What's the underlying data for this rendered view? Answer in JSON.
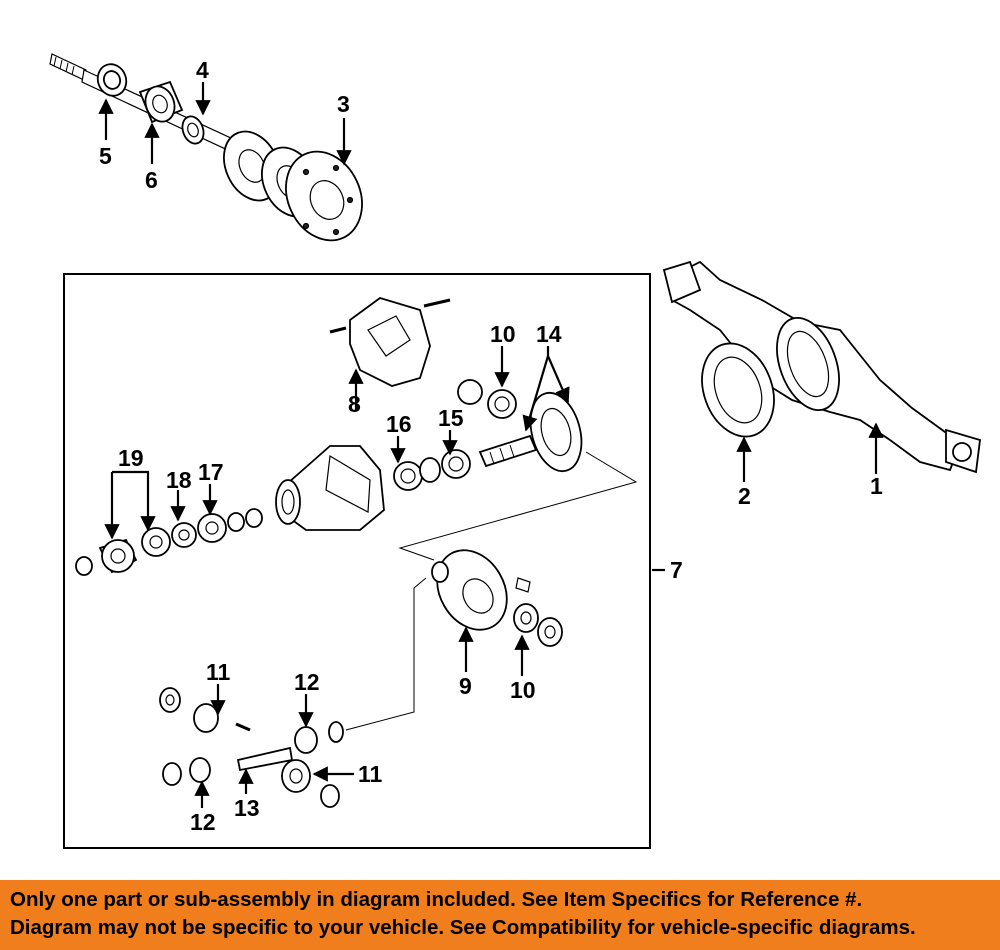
{
  "callouts": {
    "c1": "1",
    "c2": "2",
    "c3": "3",
    "c4": "4",
    "c5": "5",
    "c6": "6",
    "c7": "7",
    "c8": "8",
    "c9": "9",
    "c10a": "10",
    "c10b": "10",
    "c11a": "11",
    "c11b": "11",
    "c12a": "12",
    "c12b": "12",
    "c13": "13",
    "c14": "14",
    "c15": "15",
    "c16": "16",
    "c17": "17",
    "c18": "18",
    "c19": "19"
  },
  "disclaimer": {
    "line1": "Only one part or sub-assembly in diagram included. See Item Specifics for Reference #.",
    "line2": "Diagram may not be specific to your vehicle. See Compatibility for vehicle-specific diagrams."
  },
  "colors": {
    "banner_background": "#f07e1c",
    "line_art": "#000000",
    "page_background": "#ffffff"
  }
}
